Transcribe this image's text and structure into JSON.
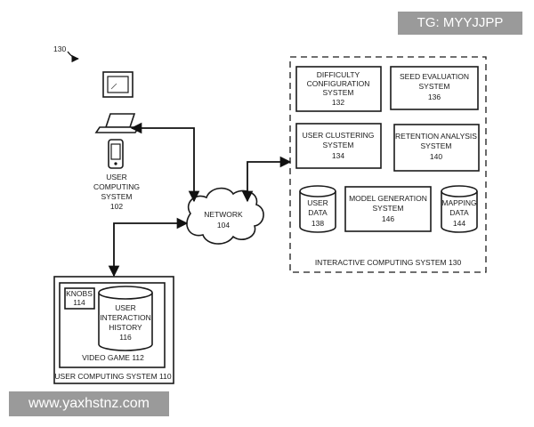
{
  "figure_ref": "130",
  "devices": {
    "label_line1": "USER",
    "label_line2": "COMPUTING",
    "label_line3": "SYSTEM",
    "label_num": "102"
  },
  "network": {
    "label": "NETWORK",
    "num": "104"
  },
  "interactive_system": {
    "caption": "INTERACTIVE COMPUTING SYSTEM 130",
    "difficulty": {
      "line1": "DIFFICULTY",
      "line2": "CONFIGURATION",
      "line3": "SYSTEM",
      "num": "132"
    },
    "seed": {
      "line1": "SEED EVALUATION",
      "line2": "SYSTEM",
      "num": "136"
    },
    "clustering": {
      "line1": "USER CLUSTERING",
      "line2": "SYSTEM",
      "num": "134"
    },
    "retention": {
      "line1": "RETENTION ANALYSIS",
      "line2": "SYSTEM",
      "num": "140"
    },
    "user_data": {
      "line1": "USER",
      "line2": "DATA",
      "num": "138"
    },
    "model_gen": {
      "line1": "MODEL GENERATION",
      "line2": "SYSTEM",
      "num": "146"
    },
    "mapping": {
      "line1": "MAPPING",
      "line2": "DATA",
      "num": "144"
    }
  },
  "user_system_110": {
    "caption": "USER COMPUTING SYSTEM 110",
    "video_game": "VIDEO GAME 112",
    "knobs": {
      "label": "KNOBS",
      "num": "114"
    },
    "history": {
      "line1": "USER",
      "line2": "INTERACTION",
      "line3": "HISTORY",
      "num": "116"
    }
  },
  "watermarks": {
    "top": "TG: MYYJJPP",
    "bottom": "www.yaxhstnz.com"
  }
}
